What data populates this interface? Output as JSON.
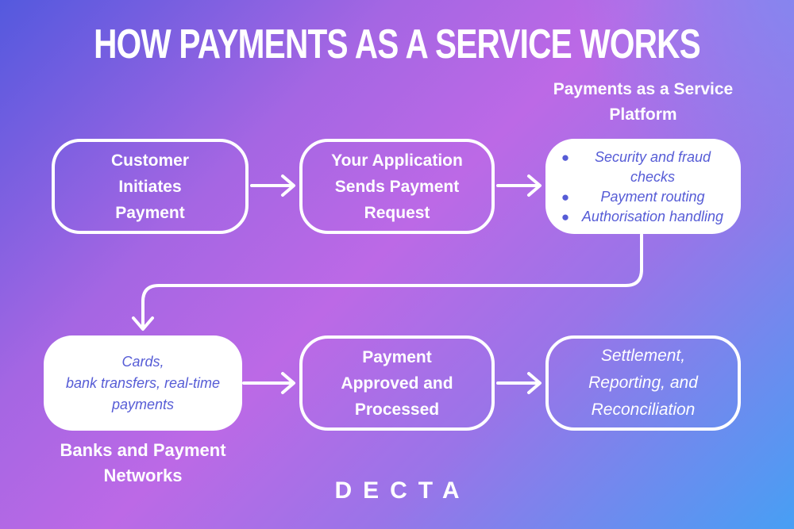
{
  "title": "HOW PAYMENTS AS A SERVICE WORKS",
  "platform": {
    "label_line1": "Payments as a Service",
    "label_line2": "Platform",
    "bullets": [
      "Security and fraud checks",
      "Payment routing",
      "Authorisation handling"
    ]
  },
  "boxes": {
    "customer": {
      "line1": "Customer",
      "line2": "Initiates",
      "line3": "Payment"
    },
    "application": {
      "line1": "Your Application",
      "line2": "Sends Payment",
      "line3": "Request"
    },
    "networks": {
      "line1": "Cards,",
      "line2": "bank transfers, real-time",
      "line3": "payments"
    },
    "approved": {
      "line1": "Payment",
      "line2": "Approved and",
      "line3": "Processed"
    },
    "settlement": {
      "line1": "Settlement,",
      "line2": "Reporting, and",
      "line3": "Reconciliation"
    }
  },
  "labels": {
    "networks_line1": "Banks and Payment",
    "networks_line2": "Networks"
  },
  "brand": {
    "logo_text": "DECTA"
  },
  "colors": {
    "accent_text": "#565cd6",
    "box_outline": "#ffffff",
    "gradient_top_left": "#5459de",
    "gradient_top_right": "#7d8bf1",
    "gradient_center": "#bc69e6",
    "gradient_bottom_left": "#ba68e7",
    "gradient_bottom_right": "#479ff4"
  }
}
